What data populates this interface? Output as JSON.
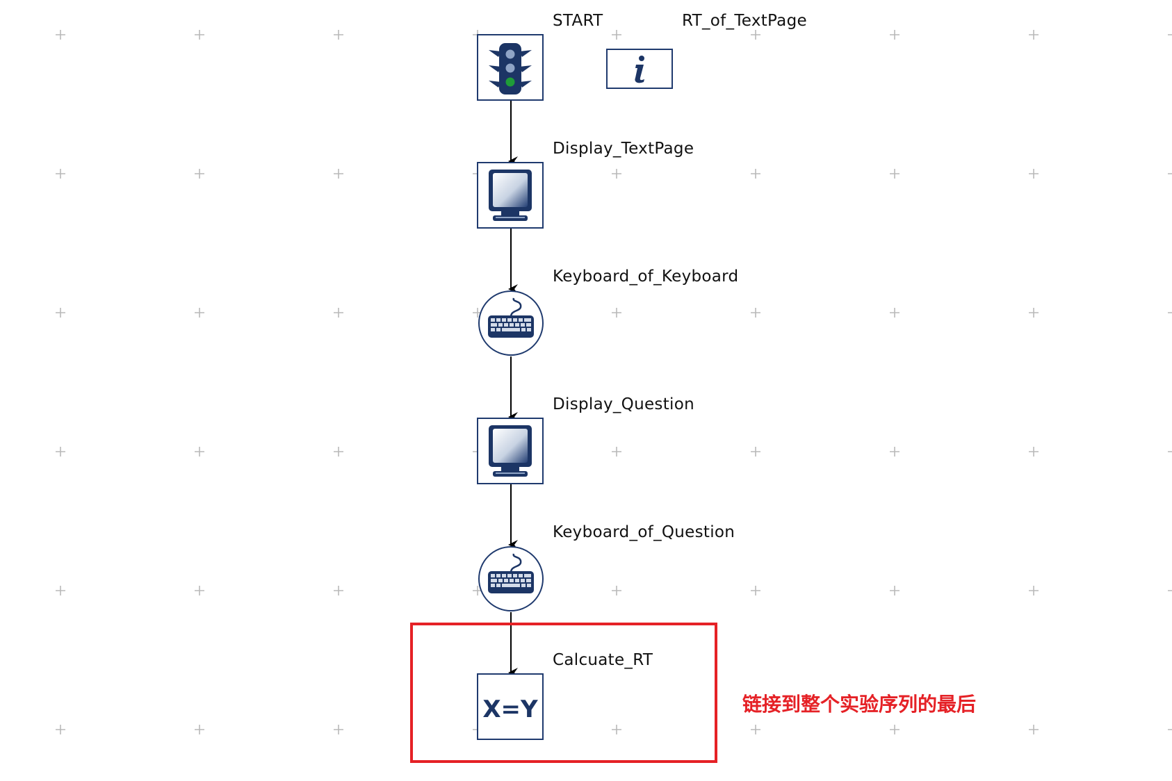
{
  "colors": {
    "node_stroke": "#1f3a6e",
    "icon_dark": "#1c3565",
    "arrow": "#000000",
    "grid_mark": "#b9b9b9",
    "highlight": "#e52126"
  },
  "flow": {
    "nodes": [
      {
        "id": "start",
        "label": "START",
        "icon": "traffic-light-icon",
        "shape": "square"
      },
      {
        "id": "rt_info",
        "label": "RT_of_TextPage",
        "icon": "info-icon",
        "shape": "rect"
      },
      {
        "id": "display_textpage",
        "label": "Display_TextPage",
        "icon": "monitor-icon",
        "shape": "square"
      },
      {
        "id": "keyboard_of_keyboard",
        "label": "Keyboard_of_Keyboard",
        "icon": "keyboard-icon",
        "shape": "circle"
      },
      {
        "id": "display_question",
        "label": "Display_Question",
        "icon": "monitor-icon",
        "shape": "square"
      },
      {
        "id": "keyboard_of_question",
        "label": "Keyboard_of_Question",
        "icon": "keyboard-icon",
        "shape": "circle"
      },
      {
        "id": "calcuate_rt",
        "label": "Calcuate_RT",
        "icon": "x-equals-y-icon",
        "shape": "square",
        "icon_text": "X=Y"
      }
    ]
  },
  "annotation": {
    "text": "链接到整个实验序列的最后",
    "color": "#e52126"
  }
}
